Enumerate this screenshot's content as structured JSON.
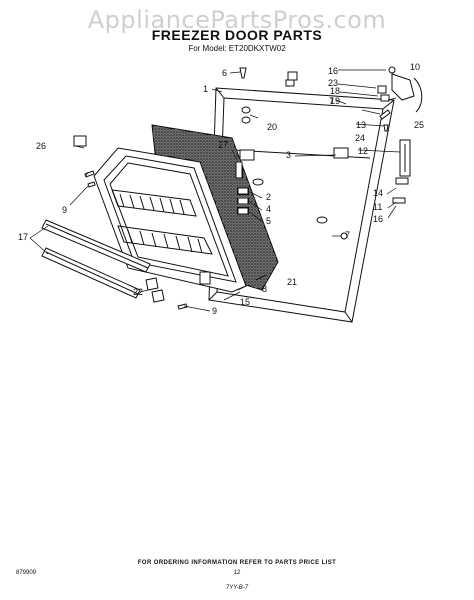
{
  "watermark": "AppliancePartsPros.com",
  "title": "FREEZER DOOR PARTS",
  "model_line": "For Model: ET20DKXTW02",
  "callouts": [
    "1",
    "2",
    "3",
    "4",
    "5",
    "6",
    "7",
    "7",
    "8",
    "9",
    "9",
    "10",
    "11",
    "12",
    "13",
    "14",
    "15",
    "16",
    "16",
    "17",
    "18",
    "19",
    "20",
    "21",
    "22",
    "23",
    "24",
    "25",
    "26",
    "27"
  ],
  "footer": {
    "ordering_note": "FOR ORDERING INFORMATION REFER TO PARTS PRICE LIST",
    "code": "879909",
    "page_number": "12",
    "handwritten": "7YY-B-7"
  },
  "colors": {
    "ink": "#111111",
    "gasket_fill": "#d6d6d6",
    "watermark": "#cfcfcf"
  }
}
